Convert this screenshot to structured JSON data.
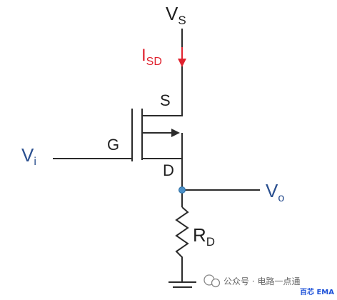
{
  "circuit": {
    "supply": {
      "main": "V",
      "sub": "S"
    },
    "current": {
      "main": "I",
      "sub": "SD"
    },
    "source_label": "S",
    "gate_label": "G",
    "drain_label": "D",
    "input": {
      "main": "V",
      "sub": "i"
    },
    "output": {
      "main": "V",
      "sub": "o"
    },
    "resistor": {
      "main": "R",
      "sub": "D"
    },
    "colors": {
      "wire": "#2b2b2b",
      "current": "#e0232f",
      "node": "#4a90c8"
    }
  },
  "watermark": {
    "text": "公众号 · 电路一点通",
    "icon": "wechat-icon",
    "brand": "百芯 EMA"
  }
}
